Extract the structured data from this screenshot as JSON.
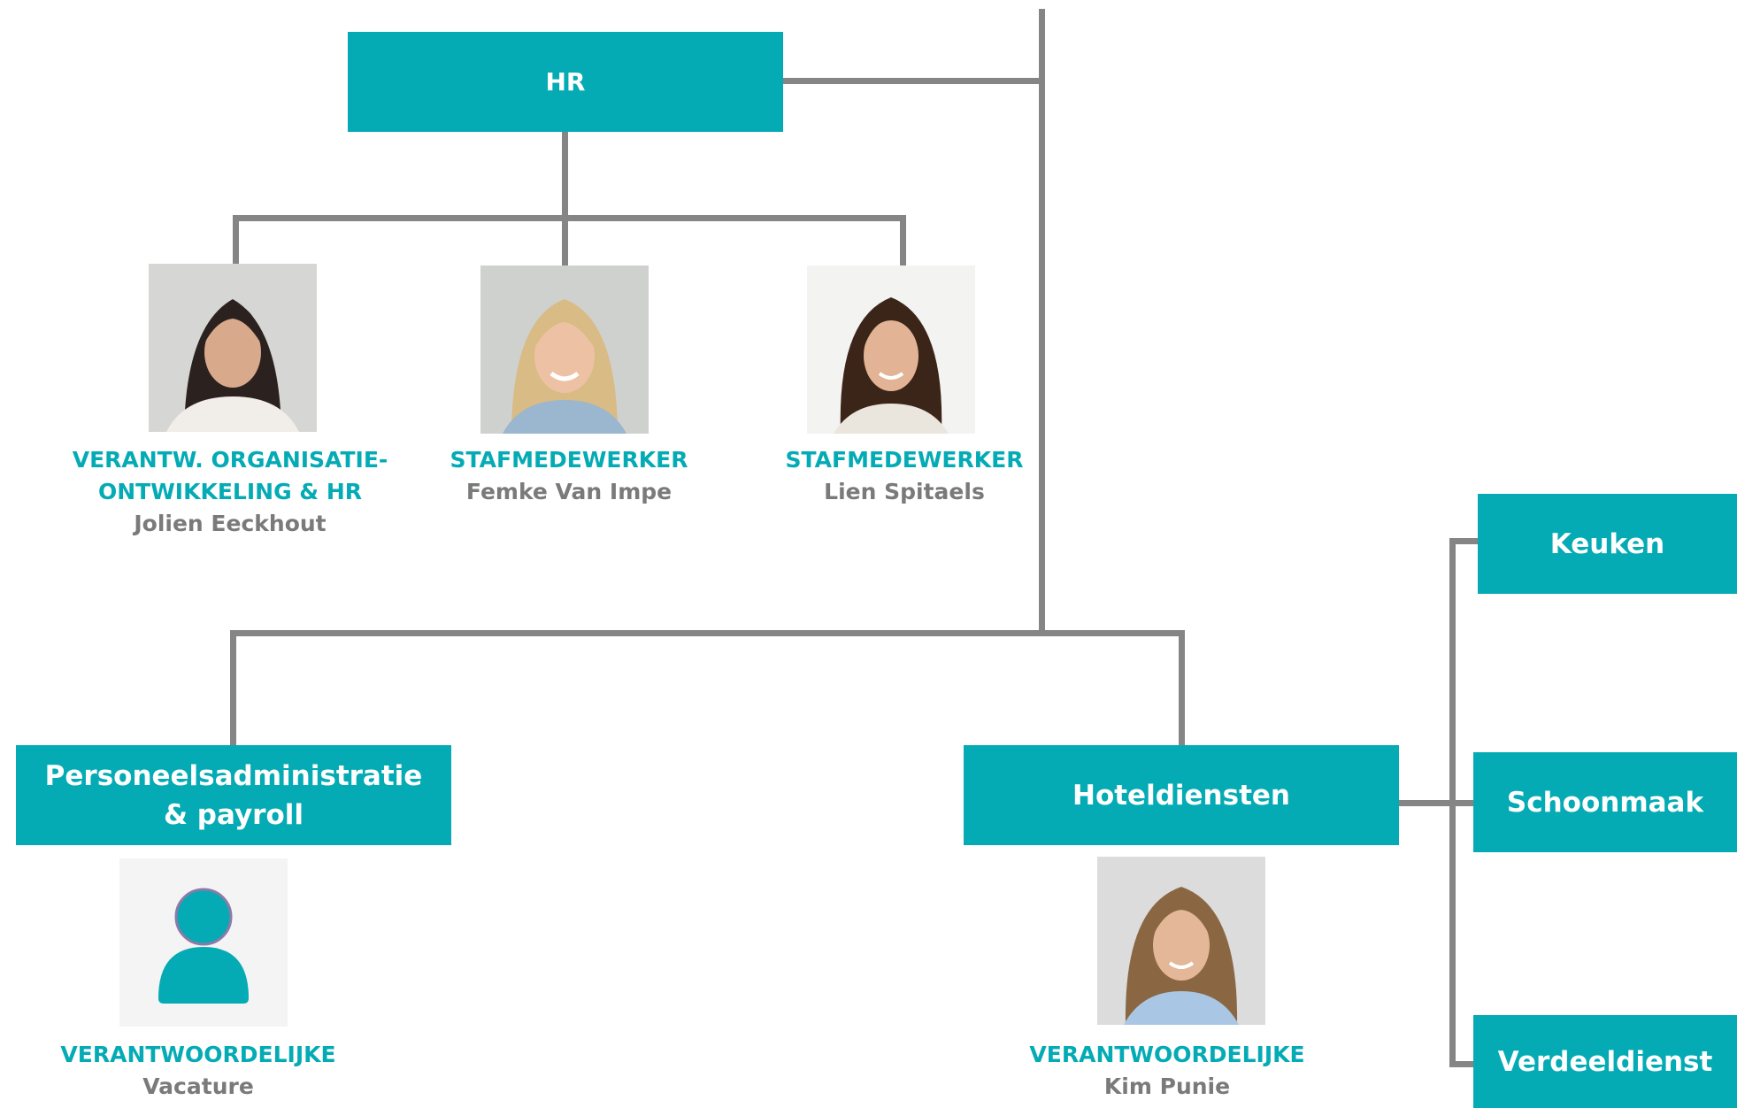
{
  "colors": {
    "accent": "#04abb4",
    "connector": "#858585",
    "name_text": "#7a7a7a"
  },
  "units": {
    "hr": "HR",
    "personeel": "Personeelsadministratie\n& payroll",
    "hotel": "Hoteldiensten",
    "keuken": "Keuken",
    "schoonmaak": "Schoonmaak",
    "verdeeldienst": "Verdeeldienst"
  },
  "people": {
    "jolien": {
      "role": "VERANTW. ORGANISATIE-\nONTWIKKELING & HR",
      "name": "Jolien Eeckhout",
      "photo_icon": "portrait-photo"
    },
    "femke": {
      "role": "STAFMEDEWERKER",
      "name": "Femke Van Impe",
      "photo_icon": "portrait-photo"
    },
    "lien": {
      "role": "STAFMEDEWERKER",
      "name": "Lien Spitaels",
      "photo_icon": "portrait-photo"
    },
    "vacature": {
      "role": "VERANTWOORDELIJKE",
      "name": "Vacature",
      "photo_icon": "user-placeholder-icon"
    },
    "kim": {
      "role": "VERANTWOORDELIJKE",
      "name": "Kim Punie",
      "photo_icon": "portrait-photo"
    }
  }
}
